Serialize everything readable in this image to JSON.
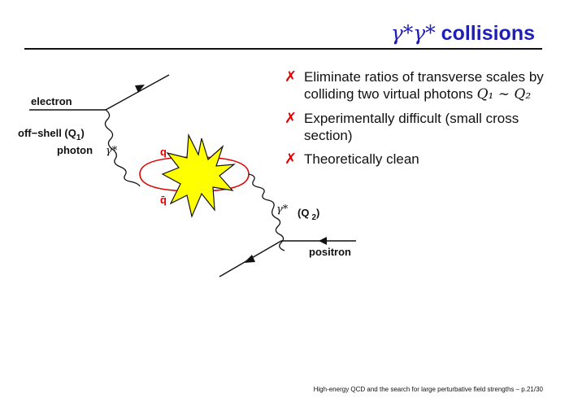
{
  "header": {
    "title_greek": "γ*γ*",
    "title_text": " collisions",
    "title_color": "#1f1fb8"
  },
  "diagram": {
    "labels": {
      "electron": "electron",
      "offshell_line": "off−shell (Q",
      "offshell_sub": "1",
      "offshell_close": ")",
      "photon": "photon",
      "gamma_star": "γ*",
      "quark": "q",
      "antiquark": "q̄",
      "gamma_star_lower": "γ*",
      "q2_open": "(Q",
      "q2_sub": "2",
      "q2_close": ")",
      "positron": "positron"
    },
    "colors": {
      "blob_fill": "#ffff00",
      "quark_loop": "#e00000",
      "quark_label": "#e00000"
    }
  },
  "bullets": [
    {
      "mark": "✗",
      "text": "Eliminate ratios of transverse scales by colliding two virtual photons ",
      "math": "Q₁ ∼ Q₂"
    },
    {
      "mark": "✗",
      "text": "Experimentally difficult (small cross section)",
      "math": ""
    },
    {
      "mark": "✗",
      "text": "Theoretically clean",
      "math": ""
    }
  ],
  "footer": {
    "text": "High-energy QCD and the search for large perturbative field strengths – p.21/30"
  }
}
